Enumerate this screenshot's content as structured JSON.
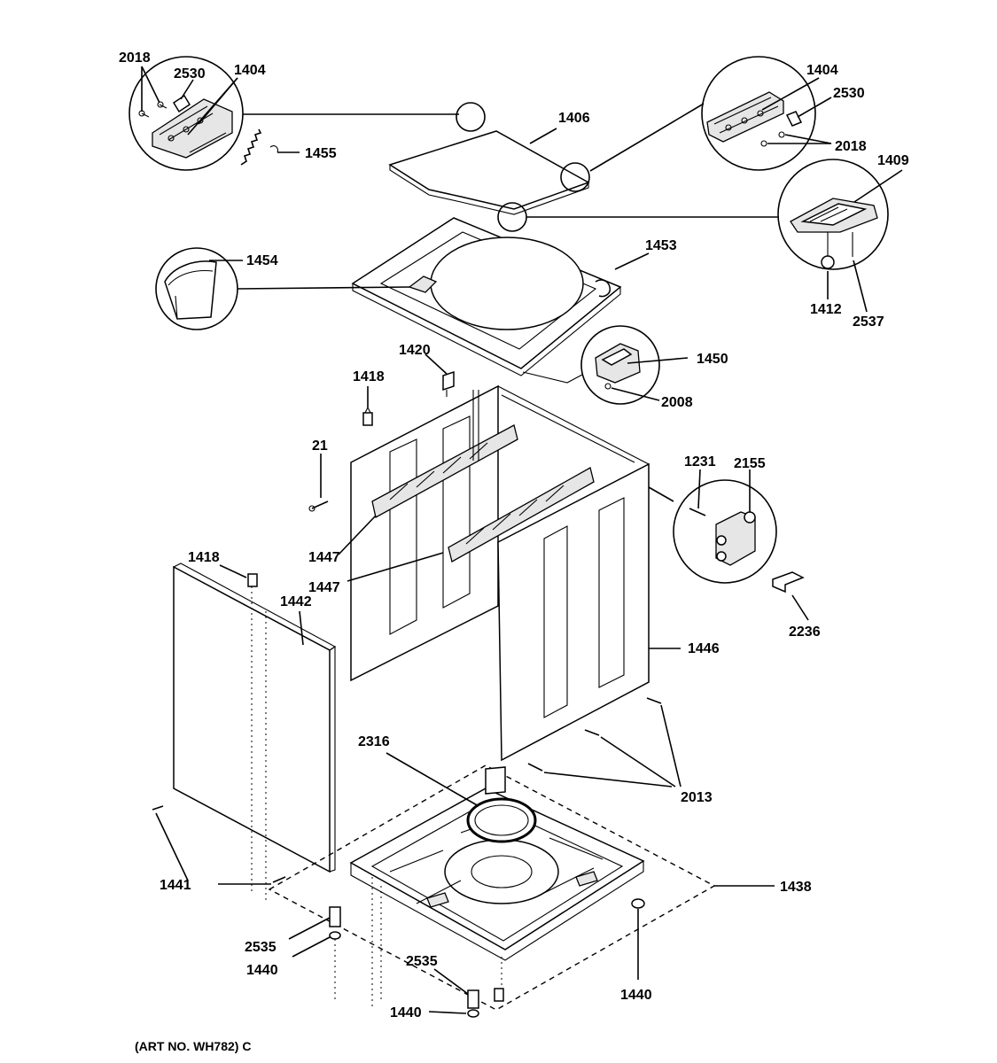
{
  "art_number": "(ART NO. WH782) C",
  "labels": {
    "l2018a": "2018",
    "l2530a": "2530",
    "l1404a": "1404",
    "l1406": "1406",
    "l1455": "1455",
    "l1404b": "1404",
    "l2530b": "2530",
    "l2018b": "2018",
    "l1409": "1409",
    "l1453": "1453",
    "l1454": "1454",
    "l1412": "1412",
    "l2537": "2537",
    "l1420": "1420",
    "l1450": "1450",
    "l2008": "2008",
    "l1418a": "1418",
    "l21": "21",
    "l1231": "1231",
    "l2155": "2155",
    "l1447a": "1447",
    "l1447b": "1447",
    "l1418b": "1418",
    "l1442": "1442",
    "l2236": "2236",
    "l1446": "1446",
    "l2316": "2316",
    "l2013": "2013",
    "l1441": "1441",
    "l1438": "1438",
    "l2535a": "2535",
    "l1440a": "1440",
    "l2535b": "2535",
    "l1440b": "1440",
    "l1440c": "1440"
  }
}
